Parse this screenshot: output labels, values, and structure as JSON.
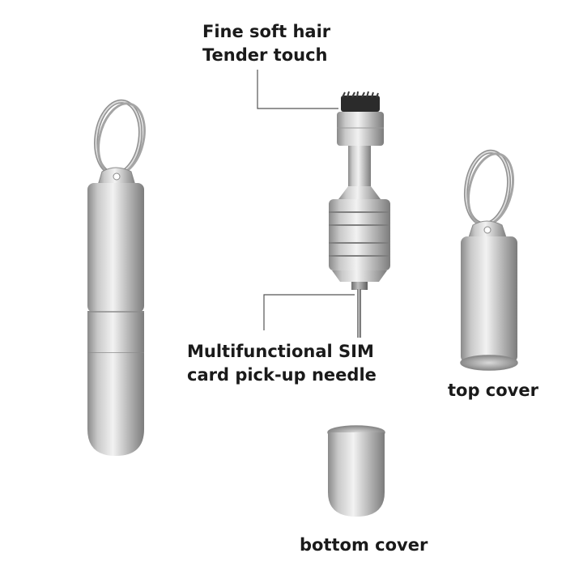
{
  "labels": {
    "brush_line1": "Fine soft hair",
    "brush_line2": "Tender touch",
    "needle_line1": "Multifunctional SIM",
    "needle_line2": "card pick-up needle",
    "top_cover": "top cover",
    "bottom_cover": "bottom cover"
  },
  "colors": {
    "background": "#ffffff",
    "text": "#1a1a1a",
    "leader_line": "#555555",
    "metal_light": "#eeeeee",
    "metal_mid": "#bdbdbd",
    "metal_dark": "#7a7a7a",
    "bristles": "#2a2a2a"
  }
}
